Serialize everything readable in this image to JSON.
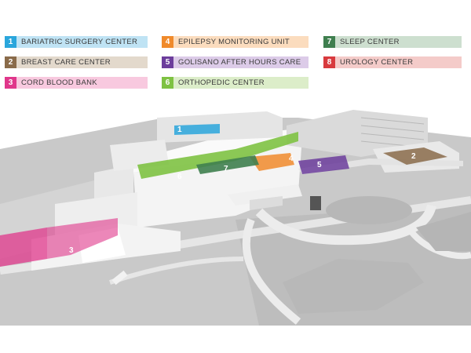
{
  "legend": {
    "items": [
      {
        "number": "1",
        "label": "BARIATRIC SURGERY CENTER",
        "color": "#2aa6dc",
        "tint": "#bfe3f4"
      },
      {
        "number": "2",
        "label": "BREAST CARE CENTER",
        "color": "#8a6b4a",
        "tint": "#e3d9cc"
      },
      {
        "number": "3",
        "label": "CORD BLOOD BANK",
        "color": "#e0378b",
        "tint": "#f8c9df"
      },
      {
        "number": "4",
        "label": "EPILEPSY MONITORING UNIT",
        "color": "#f08a2b",
        "tint": "#fbdcbe"
      },
      {
        "number": "5",
        "label": "GOLISANO AFTER HOURS CARE",
        "color": "#6c3d9c",
        "tint": "#dccbe8"
      },
      {
        "number": "6",
        "label": "ORTHOPEDIC CENTER",
        "color": "#7ec242",
        "tint": "#dcedc9"
      },
      {
        "number": "7",
        "label": "SLEEP CENTER",
        "color": "#3f7f4f",
        "tint": "#cddfcf"
      },
      {
        "number": "8",
        "label": "UROLOGY CENTER",
        "color": "#d83a3e",
        "tint": "#f4cbc9"
      }
    ]
  },
  "map": {
    "markers": [
      {
        "number": "1",
        "color": "#2aa6dc"
      },
      {
        "number": "2",
        "color": "#8a6b4a"
      },
      {
        "number": "3",
        "color": "#e0378b"
      },
      {
        "number": "4",
        "color": "#f08a2b"
      },
      {
        "number": "5",
        "color": "#6c3d9c"
      },
      {
        "number": "6",
        "color": "#7ec242"
      },
      {
        "number": "7",
        "color": "#3f7f4f"
      }
    ]
  }
}
